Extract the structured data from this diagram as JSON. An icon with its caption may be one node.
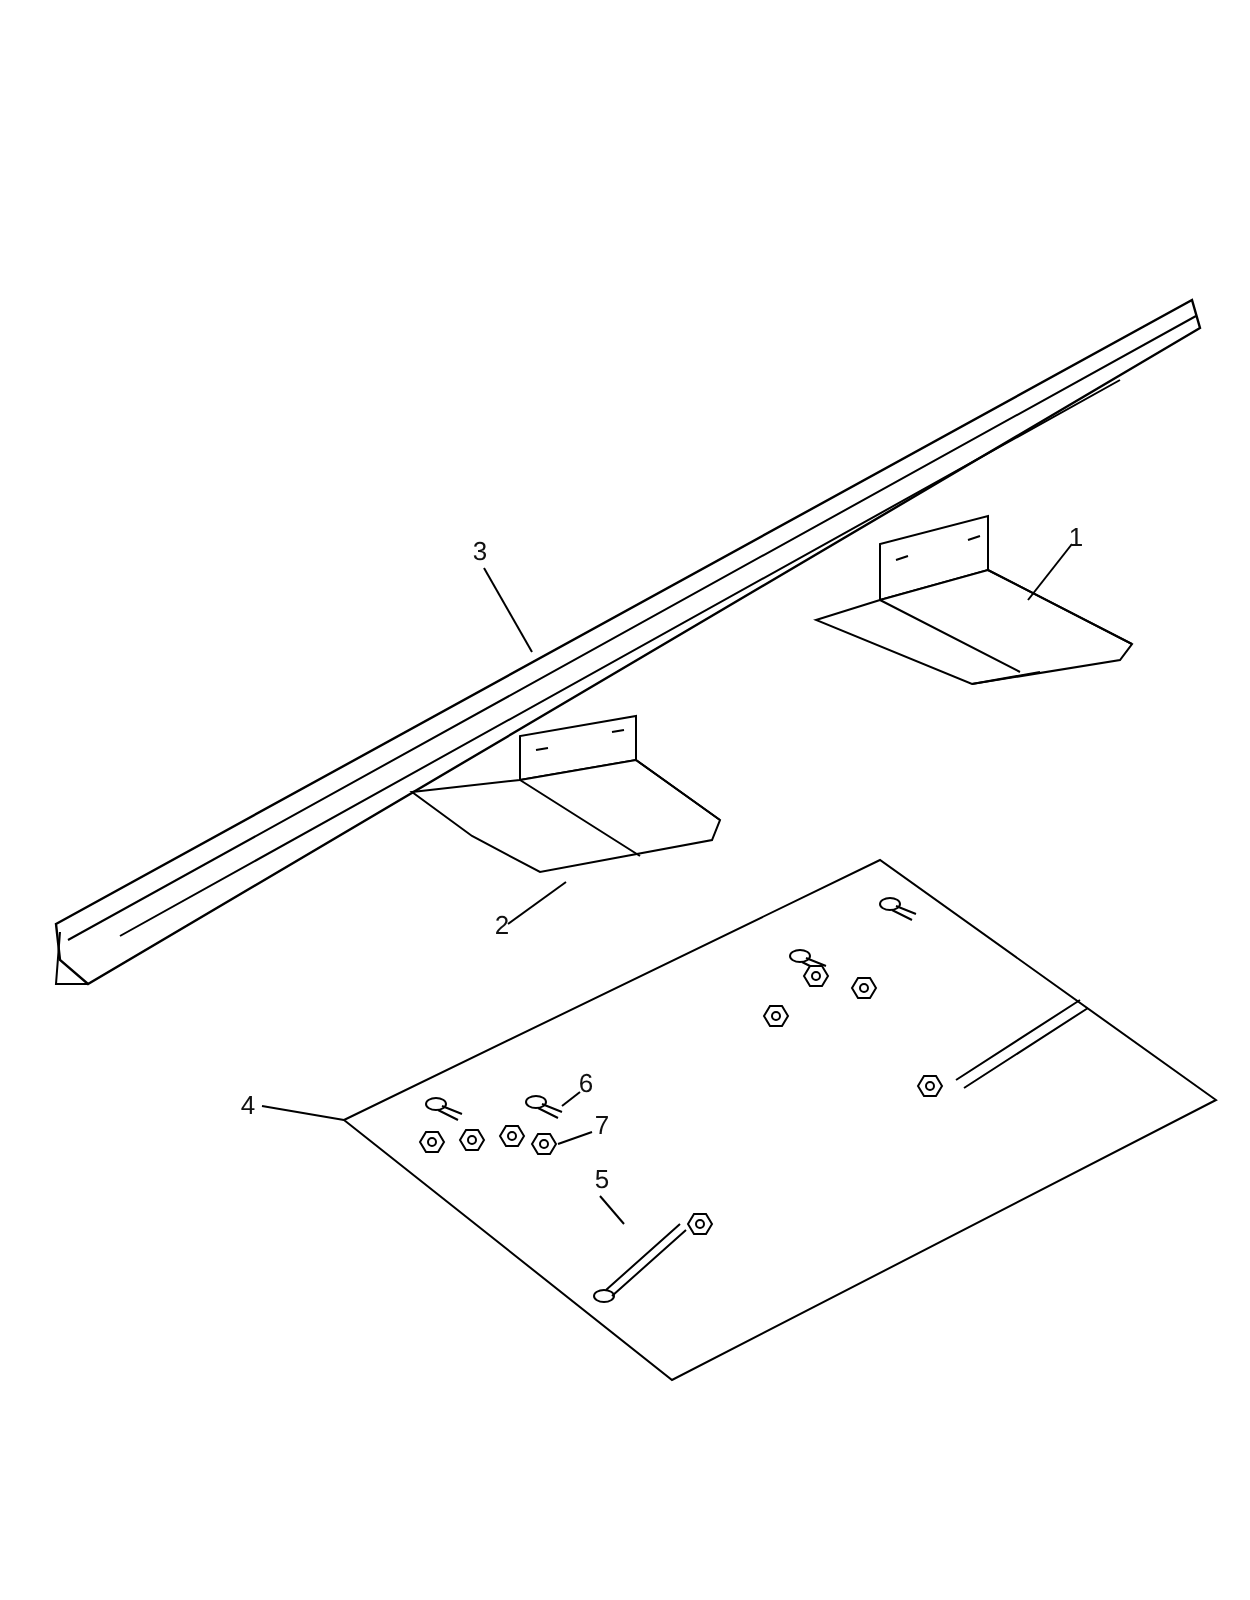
{
  "diagram": {
    "nodes": [
      {
        "text": [
          "1"
        ]
      },
      {
        "text": [
          "3"
        ]
      },
      {
        "text": [
          "2"
        ]
      },
      {
        "text": [
          "4"
        ]
      },
      {
        "text": [],
        "shape": "picture"
      },
      {
        "text": [
          "6"
        ],
        "in": 4
      },
      {
        "text": [
          "7"
        ],
        "in": 4
      },
      {
        "text": [
          "5"
        ],
        "in": 4
      },
      {
        "text": [],
        "shape": "picture"
      },
      {
        "text": [],
        "shape": "picture"
      },
      {
        "text": [],
        "shape": "picture"
      },
      {
        "text": [],
        "shape": "picture",
        "in": 4
      },
      {
        "text": [],
        "shape": "picture",
        "in": 4
      },
      {
        "text": [],
        "shape": "picture",
        "in": 4
      }
    ],
    "edges": [
      {
        "from": 0,
        "to": 9,
        "arrow": "none"
      },
      {
        "from": 1,
        "to": 8,
        "arrow": "none"
      },
      {
        "from": 2,
        "to": 10,
        "arrow": "none"
      },
      {
        "from": 5,
        "to": 11,
        "arrow": "none"
      },
      {
        "from": 3,
        "to": 4,
        "arrow": "none"
      },
      {
        "from": 6,
        "to": 12,
        "arrow": "none"
      },
      {
        "from": 7,
        "to": 13,
        "arrow": "none"
      }
    ]
  }
}
